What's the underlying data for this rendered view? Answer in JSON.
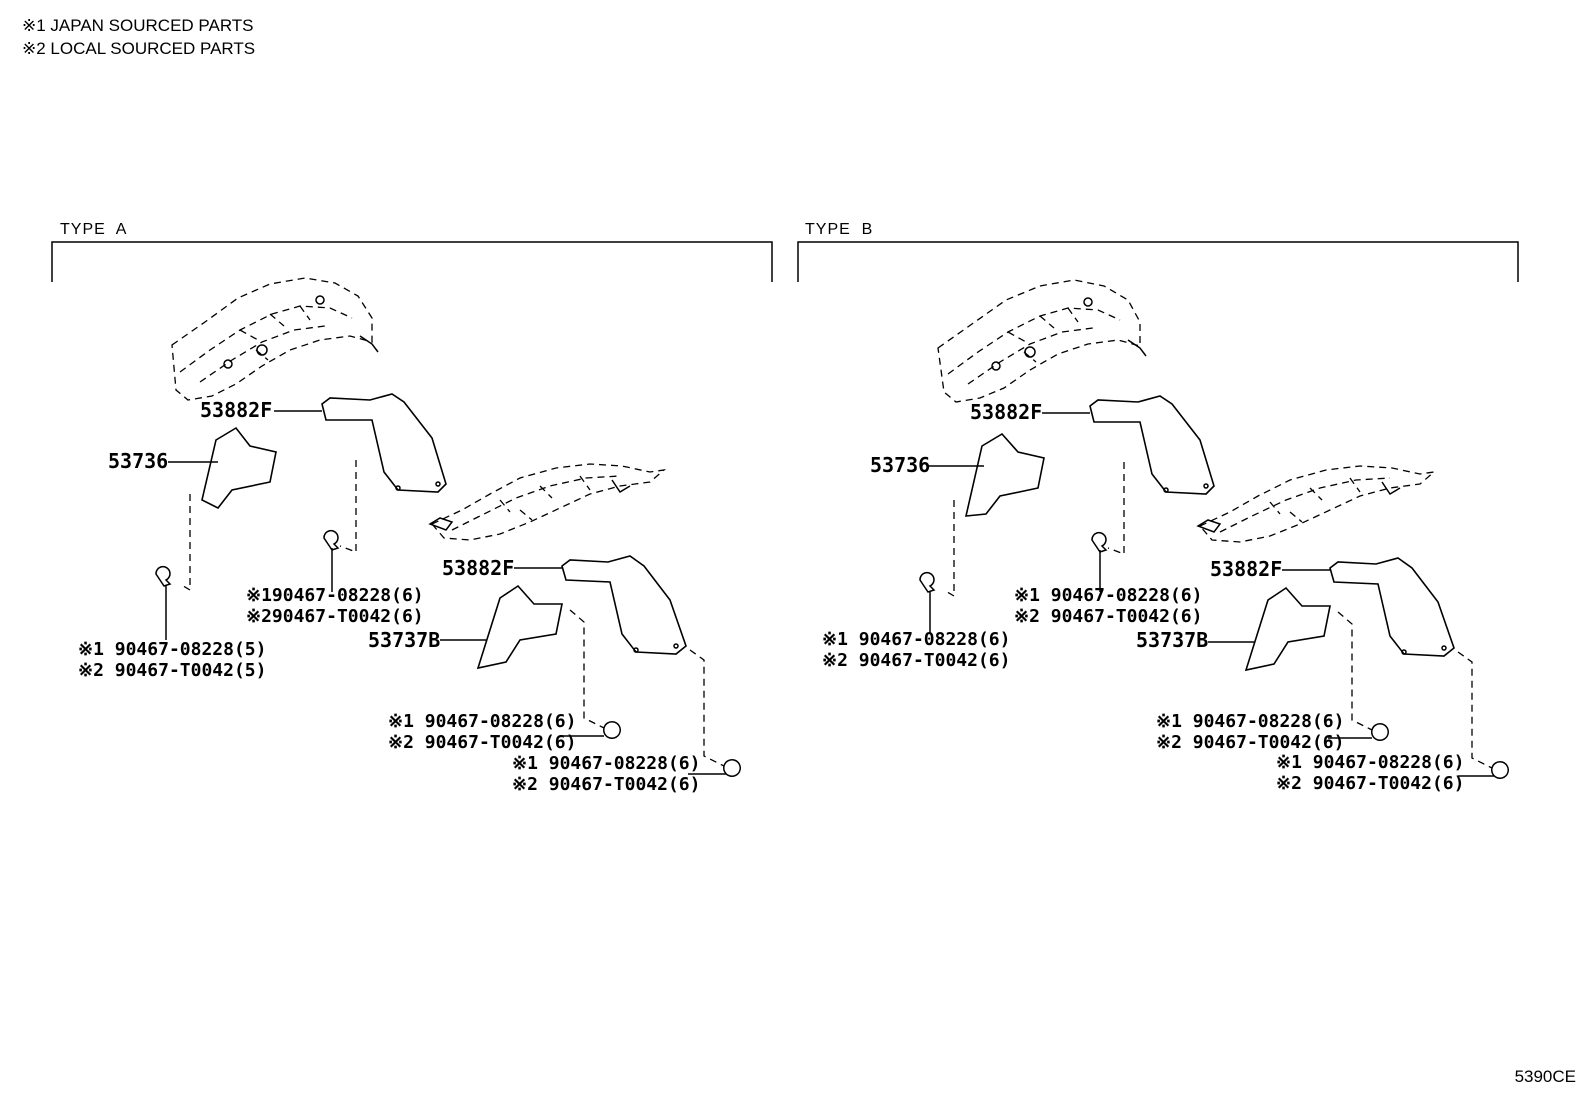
{
  "notes": [
    "※1 JAPAN SOURCED PARTS",
    "※2 LOCAL SOURCED PARTS"
  ],
  "type_a": {
    "title": "TYPE  A",
    "parts": {
      "p53882F_upper": "53882F",
      "p53736": "53736",
      "p53882F_lower": "53882F",
      "p53737B": "53737B"
    },
    "fasteners": {
      "left_1": "※1 90467-08228(5)",
      "left_2": "※2 90467-T0042(5)",
      "mid_1": "※190467-08228(6)",
      "mid_2": "※290467-T0042(6)",
      "lower_1": "※1 90467-08228(6)",
      "lower_2": "※2 90467-T0042(6)",
      "bottom_1": "※1 90467-08228(6)",
      "bottom_2": "※2 90467-T0042(6)"
    }
  },
  "type_b": {
    "title": "TYPE  B",
    "parts": {
      "p53882F_upper": "53882F",
      "p53736": "53736",
      "p53882F_lower": "53882F",
      "p53737B": "53737B"
    },
    "fasteners": {
      "left_1": "※1 90467-08228(6)",
      "left_2": "※2 90467-T0042(6)",
      "mid_1": "※1 90467-08228(6)",
      "mid_2": "※2 90467-T0042(6)",
      "lower_1": "※1 90467-08228(6)",
      "lower_2": "※2 90467-T0042(6)",
      "bottom_1": "※1 90467-08228(6)",
      "bottom_2": "※2 90467-T0042(6)"
    }
  },
  "diagram_code": "5390CE"
}
